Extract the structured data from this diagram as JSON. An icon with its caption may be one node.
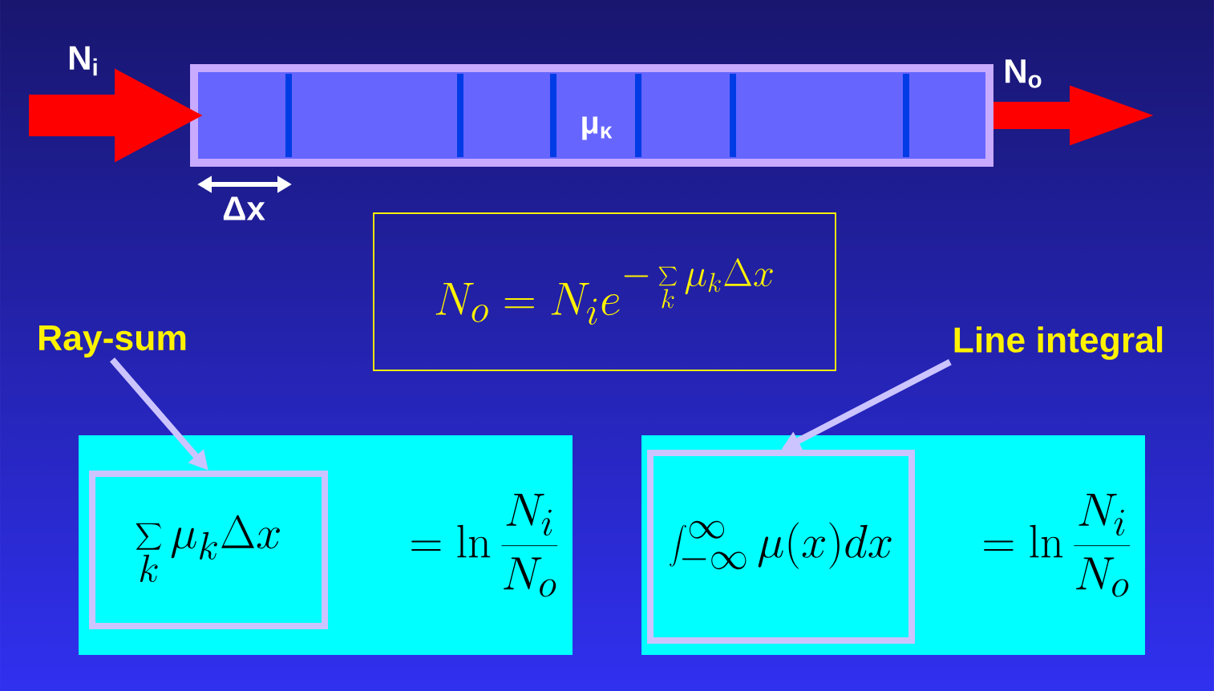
{
  "diagram": {
    "nodes": [
      {
        "text": [
          "μ$_{κ}$"
        ]
      },
      {
        "text": [
          "N_o = N_i e^{-\\sum\\limits_k \\mu_k \\Delta x}"
        ]
      },
      {
        "text": [
          "Ray-sum"
        ]
      },
      {
        "text": [
          "= \\ln\\frac{N_i}{N_o}"
        ]
      },
      {
        "text": [
          "\\sum_k \\mu_k \\Delta x"
        ],
        "in": 3
      },
      {
        "text": [
          "Line integral"
        ]
      },
      {
        "text": [
          "= \\ln\\frac{N_i}{N_o}"
        ]
      },
      {
        "text": [
          "\\int_{-\\infty}^{\\infty} \\mu(x) dx"
        ],
        "in": 6
      }
    ],
    "edges": [
      {
        "from": null,
        "to": 0,
        "arrow": "to",
        "style": "thick",
        "color": "#ff0000"
      },
      {
        "from": 0,
        "to": null,
        "arrow": "to",
        "style": "thick",
        "color": "#ff0000"
      },
      {
        "from": 2,
        "to": 4,
        "arrow": "to",
        "color": "#ccc4ff"
      },
      {
        "from": 5,
        "to": 7,
        "arrow": "to",
        "color": "#ccc4ff"
      }
    ],
    "labels": [
      "N$_{i}$",
      "N$_{o}$",
      "Δx"
    ]
  }
}
